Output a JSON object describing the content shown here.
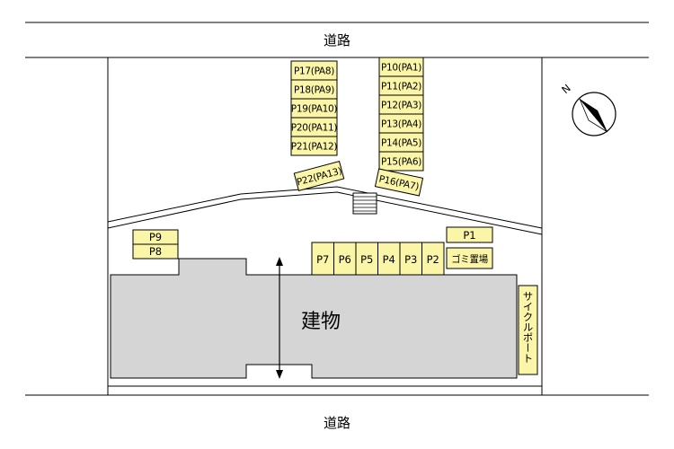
{
  "roads": {
    "top": "道路",
    "bottom": "道路"
  },
  "building": {
    "label": "建物"
  },
  "cycle_port": {
    "label": "サイクルポート"
  },
  "trash": {
    "label": "ゴミ置場"
  },
  "parking": {
    "left_column": [
      "P17(PA8)",
      "P18(PA9)",
      "P19(PA10)",
      "P20(PA11)",
      "P21(PA12)"
    ],
    "right_column": [
      "P10(PA1)",
      "P11(PA2)",
      "P12(PA3)",
      "P13(PA4)",
      "P14(PA5)",
      "P15(PA6)"
    ],
    "tilted": {
      "p22": "P22(PA13)",
      "p16": "P16(PA7)"
    },
    "left_pair": [
      "P9",
      "P8"
    ],
    "front_row": [
      "P7",
      "P6",
      "P5",
      "P4",
      "P3",
      "P2"
    ],
    "p1": "P1"
  },
  "compass": {
    "letter": "N"
  },
  "colors": {
    "slot_fill": "#fbf5a8",
    "building_fill": "#d5d5d5",
    "line": "#000000"
  }
}
